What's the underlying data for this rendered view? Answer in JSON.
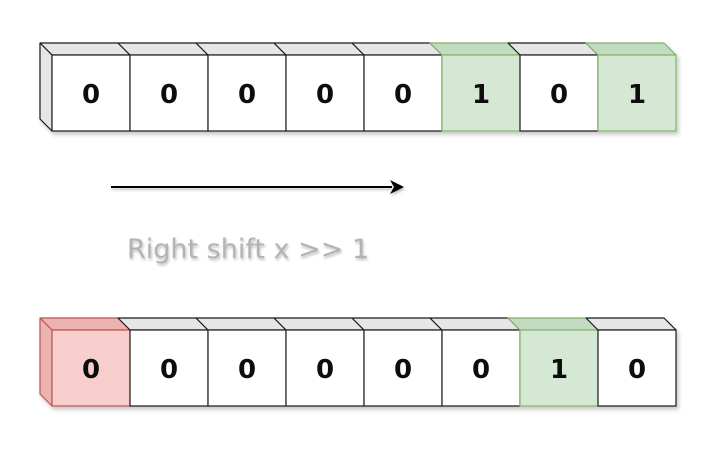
{
  "diagram": {
    "caption": "Right shift x >> 1",
    "colors": {
      "normal_fill": "#ffffff",
      "normal_side": "#e6e6e6",
      "normal_stroke": "#1a1a1a",
      "highlight_fill": "#d5e8d4",
      "highlight_side": "#c2dcc1",
      "highlight_stroke": "#82b366",
      "new_bit_fill": "#f8cecc",
      "new_bit_side": "#ecb3b1",
      "new_bit_stroke": "#b85450",
      "caption": "#b3b3b3"
    },
    "before": {
      "bits": [
        {
          "value": "0",
          "style": "normal"
        },
        {
          "value": "0",
          "style": "normal"
        },
        {
          "value": "0",
          "style": "normal"
        },
        {
          "value": "0",
          "style": "normal"
        },
        {
          "value": "0",
          "style": "normal"
        },
        {
          "value": "1",
          "style": "highlight"
        },
        {
          "value": "0",
          "style": "normal"
        },
        {
          "value": "1",
          "style": "highlight"
        }
      ]
    },
    "after": {
      "bits": [
        {
          "value": "0",
          "style": "new_bit"
        },
        {
          "value": "0",
          "style": "normal"
        },
        {
          "value": "0",
          "style": "normal"
        },
        {
          "value": "0",
          "style": "normal"
        },
        {
          "value": "0",
          "style": "normal"
        },
        {
          "value": "0",
          "style": "normal"
        },
        {
          "value": "1",
          "style": "highlight"
        },
        {
          "value": "0",
          "style": "normal"
        }
      ]
    }
  }
}
